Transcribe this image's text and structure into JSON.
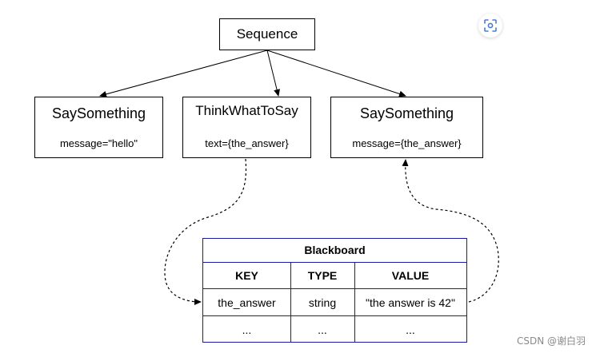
{
  "diagram": {
    "sequence": {
      "label": "Sequence"
    },
    "nodes": [
      {
        "title": "SaySomething",
        "param": "message=\"hello\""
      },
      {
        "title": "ThinkWhatToSay",
        "param": "text={the_answer}"
      },
      {
        "title": "SaySomething",
        "param": "message={the_answer}"
      }
    ],
    "blackboard": {
      "title": "Blackboard",
      "headers": [
        "KEY",
        "TYPE",
        "VALUE"
      ],
      "rows": [
        [
          "the_answer",
          "string",
          "\"the answer is 42\""
        ],
        [
          "...",
          "...",
          "..."
        ]
      ]
    },
    "edges": {
      "line_color": "#000000",
      "table_border_color": "#1a1aa6"
    }
  },
  "ui": {
    "scan_button_icon": "scan-icon",
    "scan_icon_color": "#4a7bd6",
    "watermark": "CSDN @谢白羽"
  }
}
